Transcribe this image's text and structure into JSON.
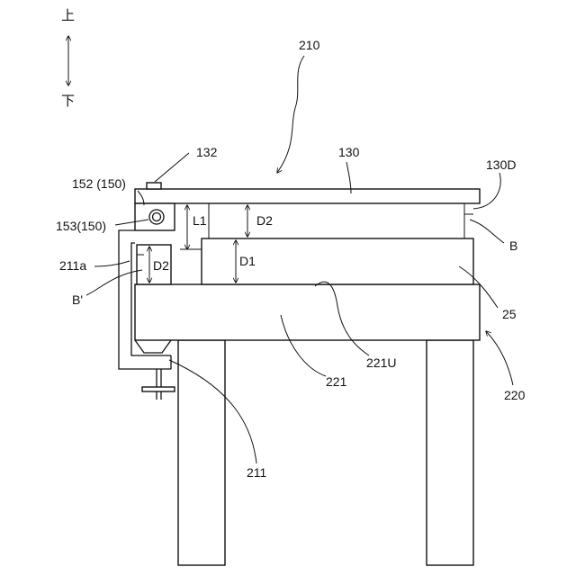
{
  "orientation": {
    "up": "上",
    "down": "下"
  },
  "labels": {
    "l210": "210",
    "l132": "132",
    "l130": "130",
    "l130D": "130D",
    "l152": "152 (150)",
    "l153": "153(150)",
    "l211a": "211a",
    "lB": "B",
    "lBprime": "B'",
    "l25": "25",
    "l221U": "221U",
    "l221": "221",
    "l220": "220",
    "l211": "211"
  },
  "dimensions": {
    "L1": "L1",
    "D2_right": "D2",
    "D1": "D1",
    "D2_left": "D2"
  }
}
